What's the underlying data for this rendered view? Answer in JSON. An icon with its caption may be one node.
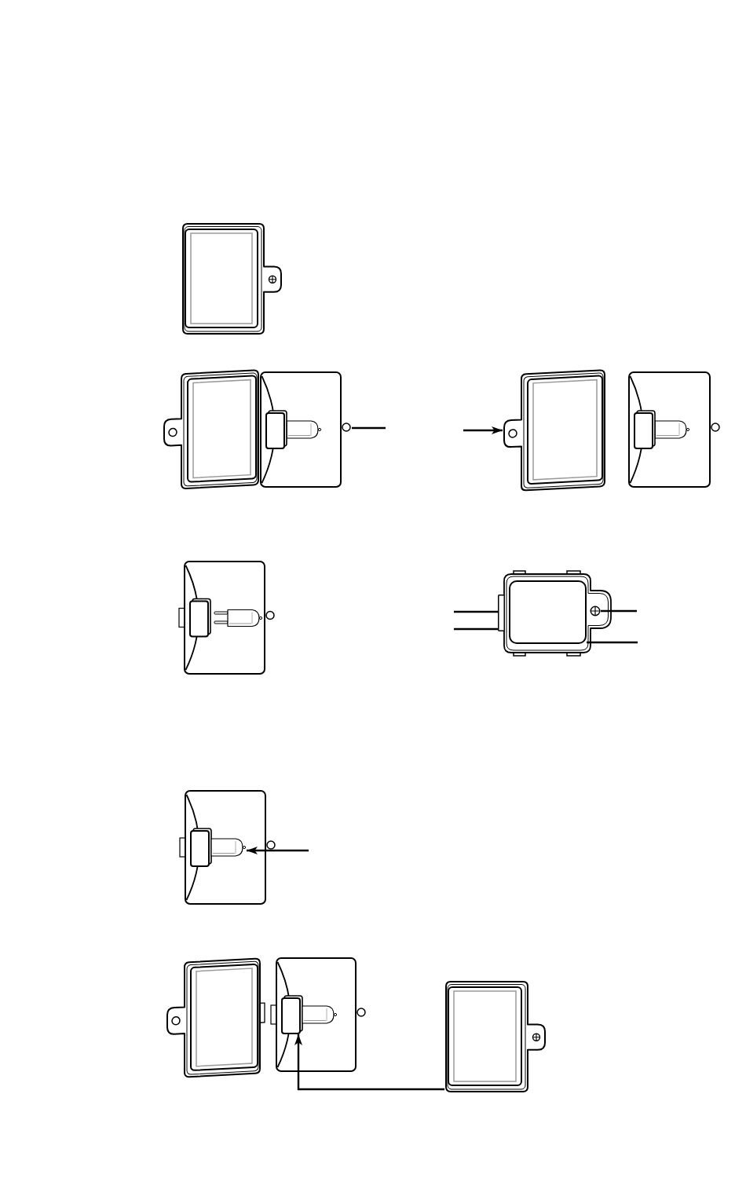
{
  "diagram": {
    "nodes": [
      {
        "text": [],
        "shape": "picture"
      },
      {
        "text": [],
        "shape": "picture"
      },
      {
        "text": [],
        "shape": "picture"
      },
      {
        "text": [],
        "shape": "picture"
      },
      {
        "text": [],
        "shape": "picture"
      },
      {
        "text": [],
        "shape": "picture"
      },
      {
        "text": [],
        "shape": "picture"
      },
      {
        "text": [],
        "shape": "box",
        "in": 6
      },
      {
        "text": [],
        "shape": "box",
        "in": 6
      },
      {
        "text": [],
        "shape": "circle",
        "in": 6
      },
      {
        "text": [],
        "shape": "picture"
      },
      {
        "text": [],
        "shape": "box",
        "in": 10
      },
      {
        "text": [],
        "shape": "picture",
        "in": 10
      },
      {
        "text": [],
        "shape": "picture"
      },
      {
        "text": [],
        "shape": "picture"
      },
      {
        "text": [],
        "shape": "box",
        "in": 14
      },
      {
        "text": [],
        "shape": "picture",
        "in": 14
      },
      {
        "text": [],
        "shape": "picture"
      }
    ],
    "edges": [
      {
        "from": null,
        "to": 2,
        "arrow": "none"
      },
      {
        "from": null,
        "to": 3,
        "arrow": "to"
      },
      {
        "from": null,
        "to": 7,
        "arrow": "none"
      },
      {
        "from": null,
        "to": 7,
        "arrow": "none"
      },
      {
        "from": null,
        "to": 9,
        "arrow": "none"
      },
      {
        "from": null,
        "to": 8,
        "arrow": "none"
      },
      {
        "from": null,
        "to": 12,
        "arrow": "to"
      },
      {
        "from": 17,
        "to": 15,
        "arrow": "to"
      }
    ]
  }
}
